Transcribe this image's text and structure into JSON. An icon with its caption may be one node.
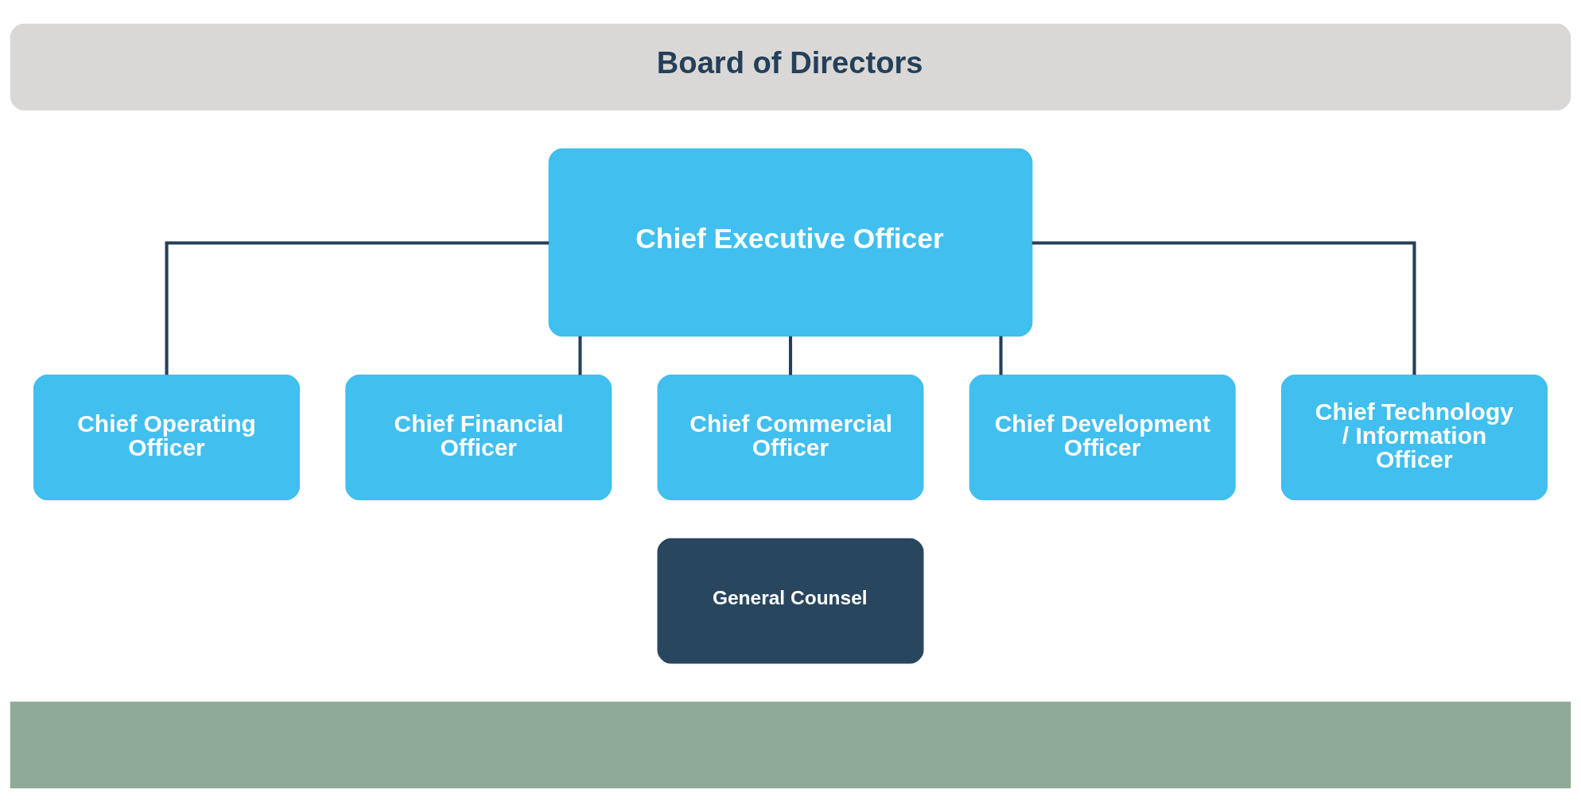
{
  "diagram": {
    "nodes": [
      {
        "text": [
          "Board of Directors"
        ]
      },
      {
        "text": [
          "Chief Executive Officer"
        ]
      },
      {
        "text": [
          "Chief Operating Officer"
        ]
      },
      {
        "text": [
          "Chief Financial Officer"
        ]
      },
      {
        "text": [
          "Chief Commercial Officer"
        ]
      },
      {
        "text": [
          "Chief Development Officer"
        ]
      },
      {
        "text": [
          "Chief Technology / Information Officer"
        ]
      },
      {
        "text": [
          "General Counsel"
        ]
      },
      {
        "text": [],
        "shape": "bar"
      }
    ],
    "edges": [
      {
        "from": 1,
        "to": 2,
        "arrow": "none"
      },
      {
        "from": 1,
        "to": 3,
        "arrow": "none"
      },
      {
        "from": 1,
        "to": 4,
        "arrow": "none"
      },
      {
        "from": 1,
        "to": 5,
        "arrow": "none"
      },
      {
        "from": 1,
        "to": 6,
        "arrow": "none"
      }
    ]
  }
}
